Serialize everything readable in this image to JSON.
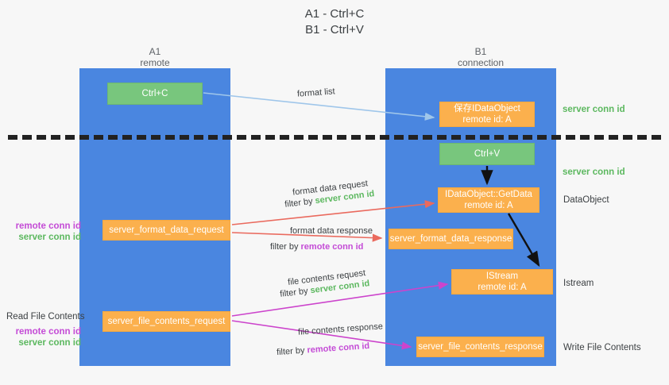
{
  "title": {
    "line1": "A1 - Ctrl+C",
    "line2": "B1 - Ctrl+V"
  },
  "columns": [
    {
      "name": "A1",
      "subtitle": "remote"
    },
    {
      "name": "B1",
      "subtitle": "connection"
    }
  ],
  "nodes": {
    "ctrl_c": {
      "label": "Ctrl+C",
      "color": "#78c67d"
    },
    "save_idataobject": {
      "line1": "保存IDataObject",
      "line2": "remote id: A",
      "color": "#fbb04d"
    },
    "ctrl_v": {
      "label": "Ctrl+V",
      "color": "#78c67d"
    },
    "getdata": {
      "line1": "IDataObject::GetData",
      "line2": "remote id: A",
      "color": "#fbb04d"
    },
    "istream": {
      "line1": "IStream",
      "line2": "remote id: A",
      "color": "#fbb04d"
    },
    "server_format_data_request": {
      "label": "server_format_data_request",
      "color": "#fbb04d"
    },
    "server_format_data_response": {
      "label": "server_format_data_response",
      "color": "#fbb04d"
    },
    "server_file_contents_request": {
      "label": "server_file_contents_request",
      "color": "#fbb04d"
    },
    "server_file_contents_response": {
      "label": "server_file_contents_response",
      "color": "#fbb04d"
    }
  },
  "edges": {
    "format_list": {
      "label": "format list"
    },
    "format_data_request": {
      "label": "format data request",
      "filter_prefix": "filter by ",
      "filter_key": "server conn id",
      "filter_color": "#5cb85f"
    },
    "format_data_response": {
      "label": "format data response",
      "filter_prefix": "filter by ",
      "filter_key": "remote conn id",
      "filter_color": "#c44bd6"
    },
    "file_contents_request": {
      "label": "file contents request",
      "filter_prefix": "filter by ",
      "filter_key": "server conn id",
      "filter_color": "#5cb85f"
    },
    "file_contents_response": {
      "label": "file contents response",
      "filter_prefix": "filter by ",
      "filter_key": "remote conn id",
      "filter_color": "#c44bd6"
    }
  },
  "annotations": {
    "server_conn_id_top": "server conn id",
    "server_conn_id_mid": "server conn id",
    "dataobject": "DataObject",
    "istream": "Istream",
    "write_file_contents": "Write File Contents",
    "read_file_contents": "Read File Contents",
    "remote_conn_id_1": "remote conn id",
    "server_conn_id_1": "server conn id",
    "remote_conn_id_2": "remote conn id",
    "server_conn_id_2": "server conn id"
  },
  "colors": {
    "lane": "#4a86e0",
    "green": "#78c67d",
    "orange": "#fbb04d",
    "green_text": "#5cb85f",
    "magenta_text": "#c44bd6",
    "arrow_blue": "#9fc6ea",
    "arrow_red": "#ea6a5e",
    "arrow_magenta": "#cc44cc",
    "arrow_black": "#111111",
    "background": "#f7f7f7",
    "divider": "#222222"
  }
}
